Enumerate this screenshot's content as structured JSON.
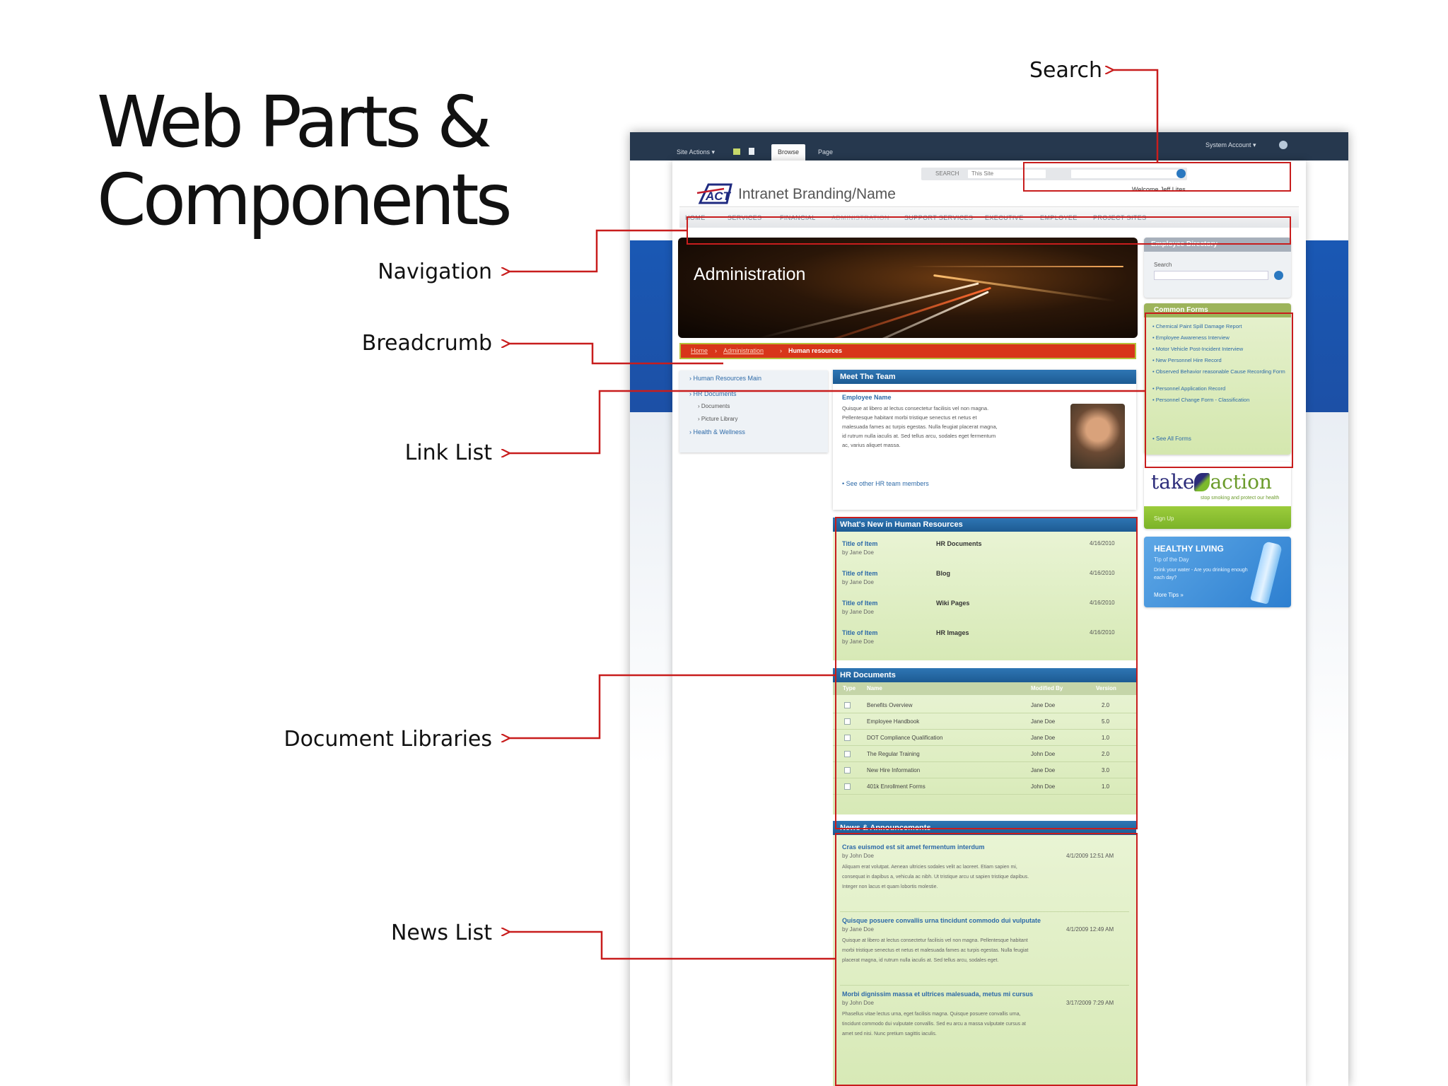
{
  "slide": {
    "title_line1": "Web Parts &",
    "title_line2": "Components",
    "callouts": {
      "search": "Search",
      "navigation": "Navigation",
      "breadcrumb": "Breadcrumb",
      "link_list": "Link List",
      "document_libraries": "Document Libraries",
      "news_list": "News List"
    },
    "annotation_color": "#c81d1d"
  },
  "site": {
    "ribbon": {
      "site_actions": "Site Actions ▾",
      "tabs": [
        "Browse",
        "Page"
      ],
      "account": "System Account ▾"
    },
    "brand": {
      "logo_text": "ACT",
      "name": "Intranet Branding/Name",
      "accent": "#1a58b4"
    },
    "search": {
      "label": "SEARCH",
      "scope": "This Site"
    },
    "welcome": "Welcome Jeff Lites",
    "nav": [
      "HOME",
      "SERVICES",
      "FINANCIAL",
      "ADMINISTRATION",
      "SUPPORT SERVICES",
      "EXECUTIVE",
      "EMPLOYEE",
      "PROJECT SITES"
    ],
    "banner_title": "Administration",
    "breadcrumb": [
      "Home",
      "Administration",
      "Human resources"
    ],
    "link_list": [
      {
        "label": "Human Resources Main"
      },
      {
        "label": "HR Documents"
      },
      {
        "label": "Documents",
        "sub": true
      },
      {
        "label": "Picture Library",
        "sub": true
      },
      {
        "label": "Health & Wellness"
      }
    ],
    "meet_team": {
      "title": "Meet The Team",
      "employee": "Employee Name",
      "bio": [
        "Quisque at libero at lectus consectetur facilisis vel non magna.",
        "Pellentesque habitant morbi tristique senectus et netus et",
        "malesuada fames ac turpis egestas. Nulla feugiat placerat magna,",
        "id rutrum nulla iaculis at. Sed tellus arcu, sodales eget fermentum",
        "ac, varius aliquet massa."
      ],
      "link": "See other HR team members"
    },
    "whats_new": {
      "title": "What's New in Human Resources",
      "items": [
        {
          "title": "Title of Item",
          "by": "by Jane Doe",
          "type": "HR Documents",
          "date": "4/16/2010"
        },
        {
          "title": "Title of Item",
          "by": "by Jane Doe",
          "type": "Blog",
          "date": "4/16/2010"
        },
        {
          "title": "Title of Item",
          "by": "by Jane Doe",
          "type": "Wiki Pages",
          "date": "4/16/2010"
        },
        {
          "title": "Title of Item",
          "by": "by Jane Doe",
          "type": "HR Images",
          "date": "4/16/2010"
        }
      ]
    },
    "hr_documents": {
      "title": "HR Documents",
      "columns": [
        "Type",
        "Name",
        "Modified By",
        "Version"
      ],
      "rows": [
        {
          "name": "Benefits Overview",
          "by": "Jane Doe",
          "version": "2.0"
        },
        {
          "name": "Employee Handbook",
          "by": "Jane Doe",
          "version": "5.0"
        },
        {
          "name": "DOT Compliance Qualification",
          "by": "Jane Doe",
          "version": "1.0"
        },
        {
          "name": "The Regular Training",
          "by": "John Doe",
          "version": "2.0"
        },
        {
          "name": "New Hire Information",
          "by": "Jane Doe",
          "version": "3.0"
        },
        {
          "name": "401k Enrollment Forms",
          "by": "John Doe",
          "version": "1.0"
        }
      ]
    },
    "news": {
      "title": "News & Announcements",
      "items": [
        {
          "headline": "Cras euismod est sit amet fermentum interdum",
          "by": "by John Doe",
          "date": "4/1/2009 12:51 AM",
          "body": [
            "Aliquam erat volutpat. Aenean ultricies sodales velit ac laoreet. Etiam sapien mi,",
            "consequat in dapibus a, vehicula ac nibh. Ut tristique arcu ut sapien tristique dapibus.",
            "Integer non lacus et quam lobortis molestie."
          ]
        },
        {
          "headline": "Quisque posuere convallis urna tincidunt commodo dui vulputate",
          "by": "by Jane Doe",
          "date": "4/1/2009 12:49 AM",
          "body": [
            "Quisque at libero at lectus consectetur facilisis vel non magna. Pellentesque habitant",
            "morbi tristique senectus et netus et malesuada fames ac turpis egestas. Nulla feugiat",
            "placerat magna, id rutrum nulla iaculis at. Sed tellus arcu, sodales eget."
          ]
        },
        {
          "headline": "Morbi dignissim massa et ultrices malesuada, metus mi cursus",
          "by": "by John Doe",
          "date": "3/17/2009 7:29 AM",
          "body": [
            "Phasellus vitae lectus urna, eget facilisis magna. Quisque posuere convallis urna,",
            "tincidunt commodo dui vulputate convallis. Sed eu arcu a massa vulputate cursus at",
            "amet sed nisi. Nunc pretium sagittis iaculis."
          ]
        }
      ]
    },
    "sidebar": {
      "directory_title": "Employee Directory",
      "directory_search_label": "Search",
      "forms_title": "Common Forms",
      "forms": [
        "Chemical Paint Spill Damage Report",
        "Employee Awareness Interview",
        "Motor Vehicle Post-Incident Interview",
        "New Personnel Hire Record",
        "Observed Behavior reasonable Cause Recording Form",
        "Personnel Application Record",
        "Personnel Change Form - Classification"
      ],
      "forms_more": "See All Forms",
      "take_action": {
        "take": "take",
        "action": "action",
        "tagline": "stop smoking and protect our health",
        "link": "Sign Up"
      },
      "healthy": {
        "title": "HEALTHY LIVING",
        "subtitle": "Tip of the Day",
        "tip": "Drink your water - Are you drinking enough each day?",
        "more": "More Tips »"
      }
    }
  }
}
